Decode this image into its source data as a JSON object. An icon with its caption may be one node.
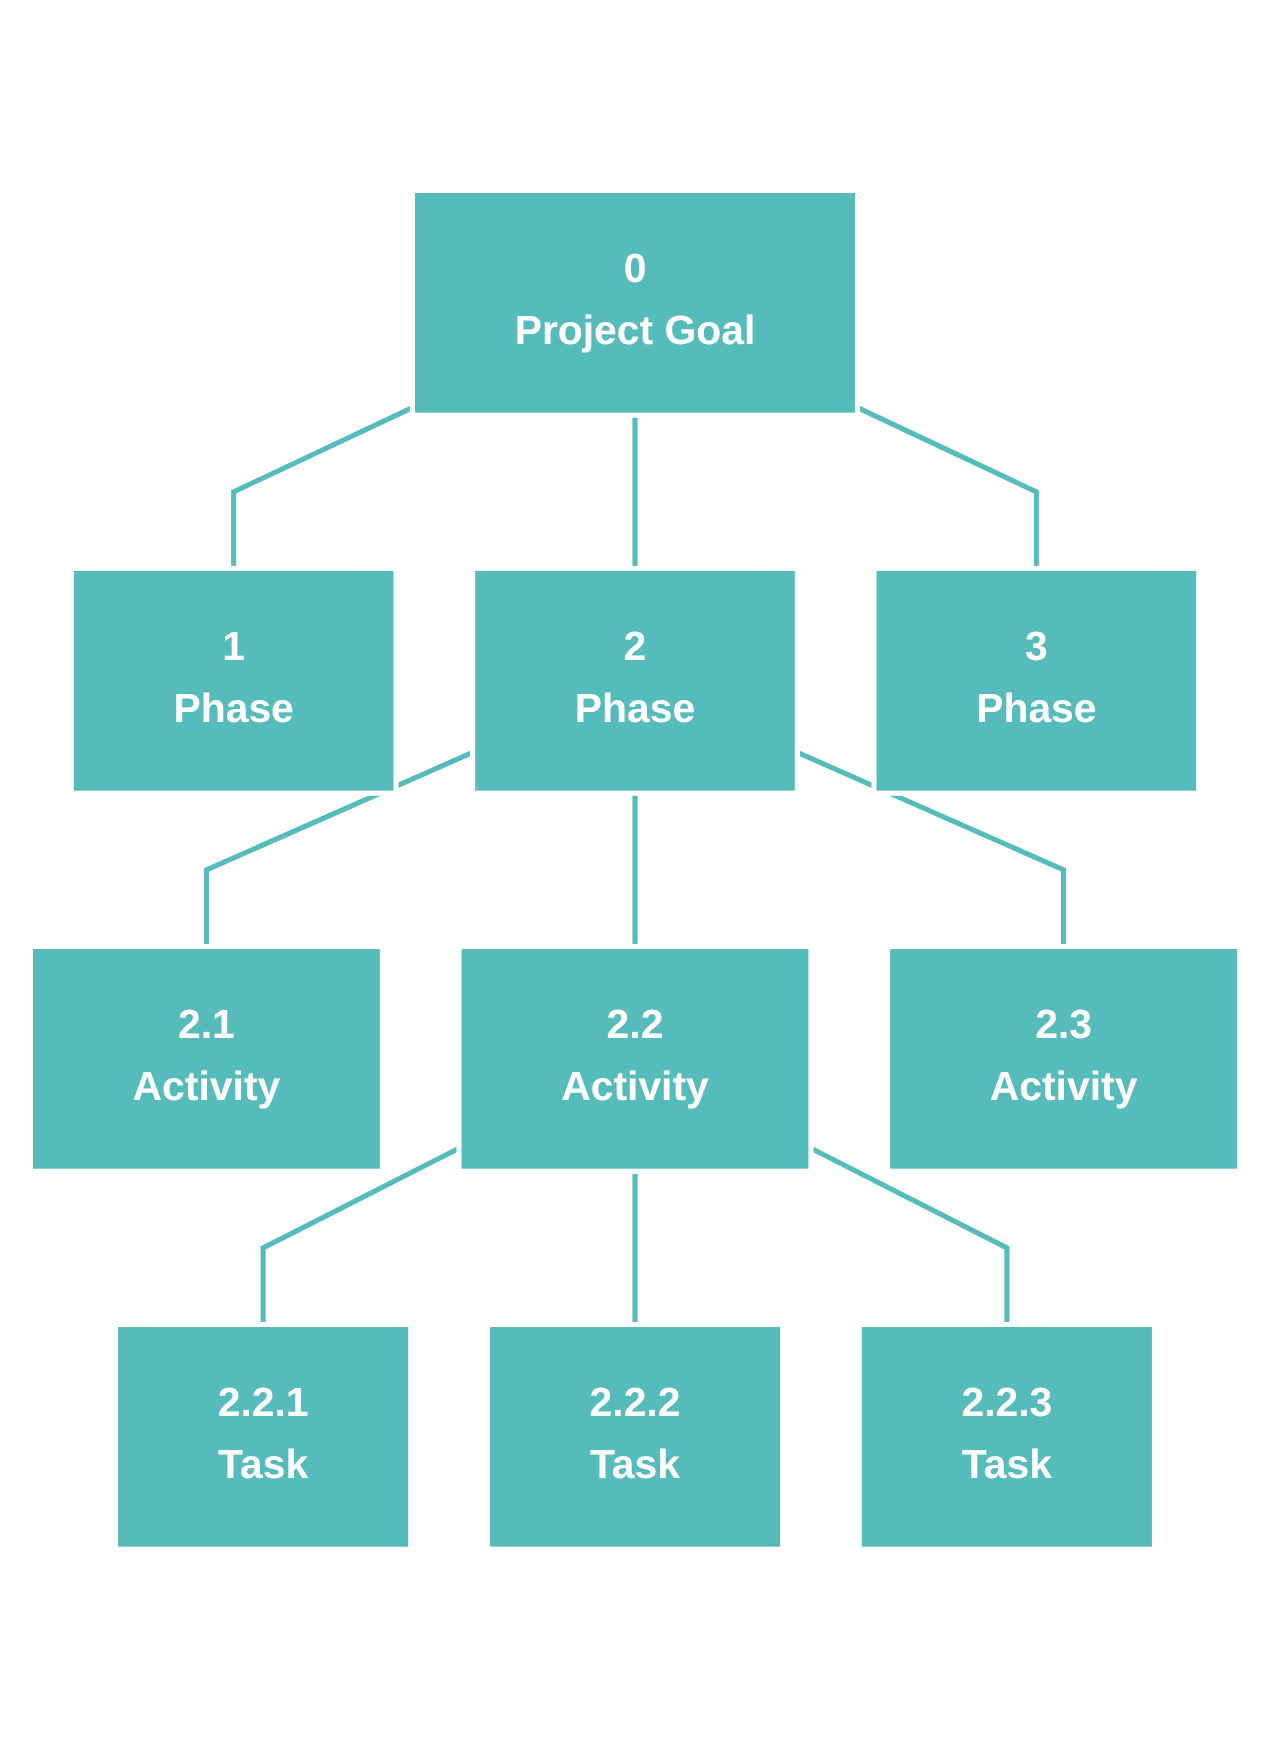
{
  "diagram": {
    "nodes": [
      {
        "text": [
          "0",
          "Project Goal"
        ]
      },
      {
        "text": [
          "1",
          "Phase"
        ]
      },
      {
        "text": [
          "2",
          "Phase"
        ]
      },
      {
        "text": [
          "3",
          "Phase"
        ]
      },
      {
        "text": [
          "2.1",
          "Activity"
        ]
      },
      {
        "text": [
          "2.2",
          "Activity"
        ]
      },
      {
        "text": [
          "2.3",
          "Activity"
        ]
      },
      {
        "text": [
          "2.2.1",
          "Task"
        ]
      },
      {
        "text": [
          "2.2.2",
          "Task"
        ]
      },
      {
        "text": [
          "2.2.3",
          "Task"
        ]
      }
    ],
    "edges": [
      {
        "from": 0,
        "to": 1,
        "arrow": "none"
      },
      {
        "from": 0,
        "to": 2,
        "arrow": "none"
      },
      {
        "from": 0,
        "to": 3,
        "arrow": "none"
      },
      {
        "from": 2,
        "to": 4,
        "arrow": "none"
      },
      {
        "from": 2,
        "to": 5,
        "arrow": "none"
      },
      {
        "from": 2,
        "to": 6,
        "arrow": "none"
      },
      {
        "from": 5,
        "to": 7,
        "arrow": "none"
      },
      {
        "from": 5,
        "to": 8,
        "arrow": "none"
      },
      {
        "from": 5,
        "to": 9,
        "arrow": "none"
      }
    ]
  }
}
